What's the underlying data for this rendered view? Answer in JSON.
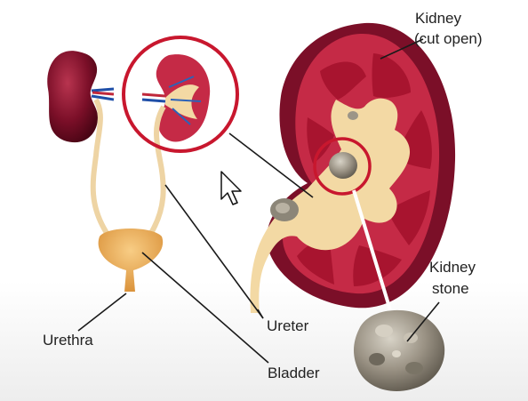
{
  "labels": {
    "kidney_cut_line1": "Kidney",
    "kidney_cut_line2": "(cut open)",
    "kidney_stone_line1": "Kidney",
    "kidney_stone_line2": "stone",
    "ureter": "Ureter",
    "urethra": "Urethra",
    "bladder": "Bladder"
  },
  "colors": {
    "kidney_outer": "#6e0b22",
    "kidney_cortex": "#c52a46",
    "kidney_pelvis": "#f3d9a4",
    "pyramid": "#b31d3a",
    "highlight_circle": "#c8172e",
    "bladder": "#e9a64b",
    "stone": "#8a8376"
  }
}
